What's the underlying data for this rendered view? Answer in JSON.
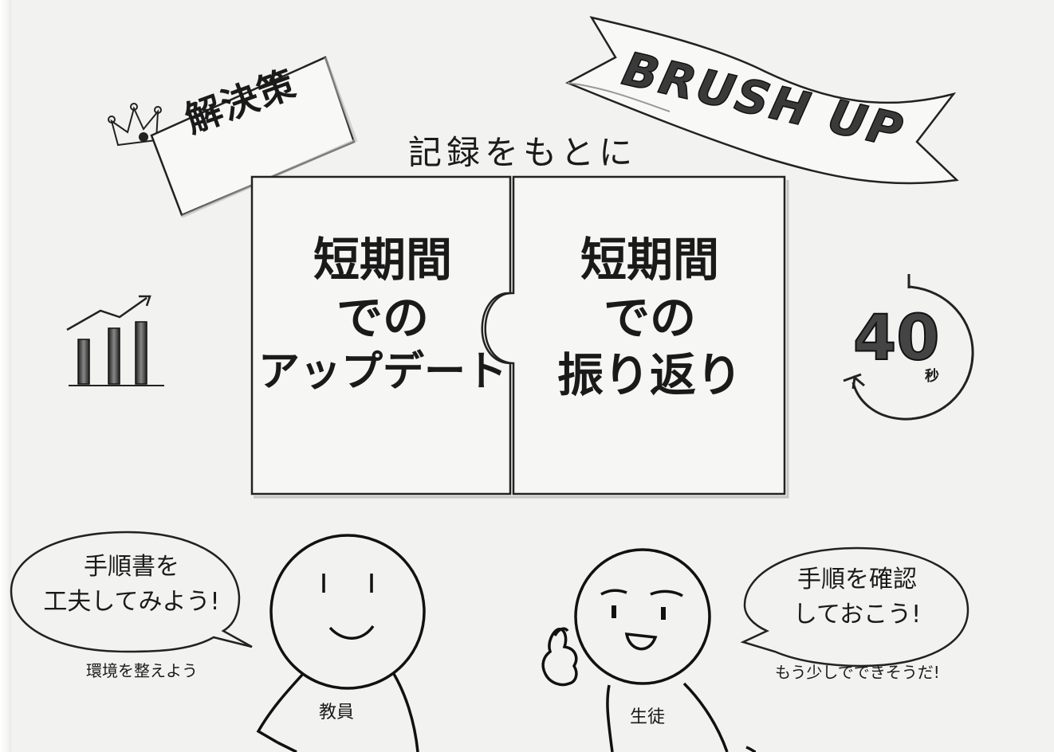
{
  "banner_solution": "解決策",
  "brush_up": "BRUSH UP",
  "subtitle": "記録をもとに",
  "puzzle_left": {
    "line1": "短期間",
    "line2": "での",
    "line3": "アップデート"
  },
  "puzzle_right": {
    "line1": "短期間",
    "line2": "での",
    "line3": "振り返り"
  },
  "timer": {
    "number": "40",
    "unit": "秒"
  },
  "teacher": {
    "speech_line1": "手順書を",
    "speech_line2": "工夫してみよう!",
    "note": "環境を整えよう",
    "label": "教員"
  },
  "student": {
    "speech_line1": "手順を確認",
    "speech_line2": "しておこう!",
    "note": "もう少しでできそうだ!",
    "label": "生徒"
  },
  "icons": [
    "crown-icon",
    "growth-chart-icon",
    "timer-icon"
  ]
}
